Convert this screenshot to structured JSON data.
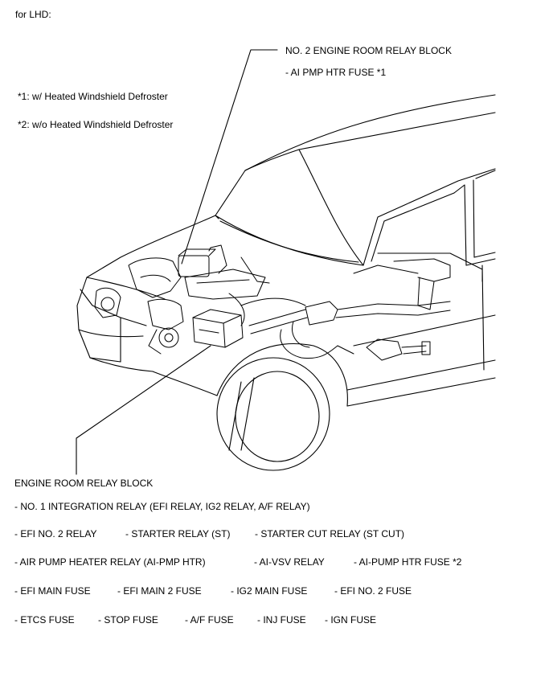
{
  "header": {
    "title": "for LHD:"
  },
  "notes": [
    "*1: w/ Heated Windshield Defroster",
    "*2: w/o Heated Windshield Defroster"
  ],
  "relay_block_2": {
    "title": "NO. 2 ENGINE ROOM RELAY BLOCK",
    "items": [
      "- AI PMP HTR FUSE *1"
    ]
  },
  "relay_block_1": {
    "title": "ENGINE ROOM RELAY BLOCK",
    "rows": [
      [
        "- NO. 1 INTEGRATION RELAY (EFI RELAY, IG2 RELAY, A/F RELAY)"
      ],
      [
        "- EFI NO. 2 RELAY",
        "- STARTER RELAY (ST)",
        "- STARTER CUT RELAY (ST CUT)"
      ],
      [
        "- AIR PUMP HEATER RELAY (AI-PMP HTR)",
        "- AI-VSV RELAY",
        "- AI-PUMP HTR FUSE *2"
      ],
      [
        "- EFI MAIN FUSE",
        "- EFI MAIN 2 FUSE",
        "- IG2 MAIN FUSE",
        "- EFI NO. 2 FUSE"
      ],
      [
        "- ETCS FUSE",
        "- STOP FUSE",
        "- A/F FUSE",
        "- INJ FUSE",
        "- IGN FUSE"
      ]
    ]
  }
}
